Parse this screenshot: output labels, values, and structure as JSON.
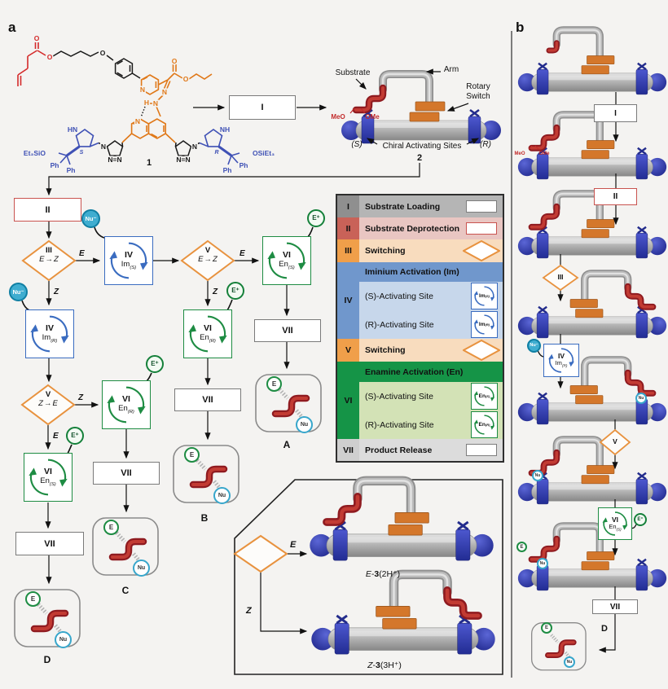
{
  "bg": "#f4f3f1",
  "pa": {
    "label": "a",
    "labels": {
      "e": "E",
      "z": "Z",
      "arrow": "→"
    },
    "steps": {
      "i": "I",
      "ii": "II",
      "iii": "III",
      "iv": "IV",
      "v": "V",
      "vi": "VI",
      "vii": "VII"
    },
    "acts": {
      "im": "Im",
      "en": "En",
      "s": "(S)",
      "r": "(R)"
    },
    "badges": {
      "nu": "Nu⁻",
      "e": "E⁺",
      "e_prod": "E",
      "nu_prod": "Nu"
    },
    "products": {
      "a": "A",
      "b": "B",
      "c": "C",
      "d": "D"
    },
    "structure1": {
      "num": "1",
      "o": "O",
      "n": "N",
      "h": "H",
      "hn": "HN",
      "nh": "NH",
      "nn": "N=N",
      "et3sio": "Et₃SiO",
      "osiet3": "OSiEt₃",
      "ph": "Ph",
      "s": "S",
      "r": "R"
    },
    "machine2": {
      "num": "2",
      "substrate": "Substrate",
      "arm": "Arm",
      "rotary1": "Rotary",
      "rotary2": "Switch",
      "meo": "MeO",
      "ome": "OMe",
      "s": "(S)",
      "r": "(R)",
      "chiral": "Chiral Activating Sites"
    },
    "legend": {
      "rows": [
        {
          "num": "I",
          "label": "Substrate Loading"
        },
        {
          "num": "II",
          "label": "Substrate Deprotection"
        },
        {
          "num": "III",
          "label": "Switching"
        },
        {
          "num": "IV",
          "header": "Iminium Activation (Im)",
          "sub1": "(S)-Activating Site",
          "sub2": "(R)-Activating Site"
        },
        {
          "num": "V",
          "label": "Switching"
        },
        {
          "num": "VI",
          "header": "Enamine Activation (En)",
          "sub1": "(S)-Activating Site",
          "sub2": "(R)-Activating Site"
        },
        {
          "num": "VII",
          "label": "Product Release"
        }
      ]
    },
    "inset": {
      "e3": {
        "it": "E",
        "sep": "-",
        "b": "3",
        "rest": "(2H⁺)"
      },
      "z3": {
        "it": "Z",
        "sep": "-",
        "b": "3",
        "rest": "(3H⁺)"
      }
    }
  },
  "pb": {
    "label": "b",
    "d": "D"
  }
}
